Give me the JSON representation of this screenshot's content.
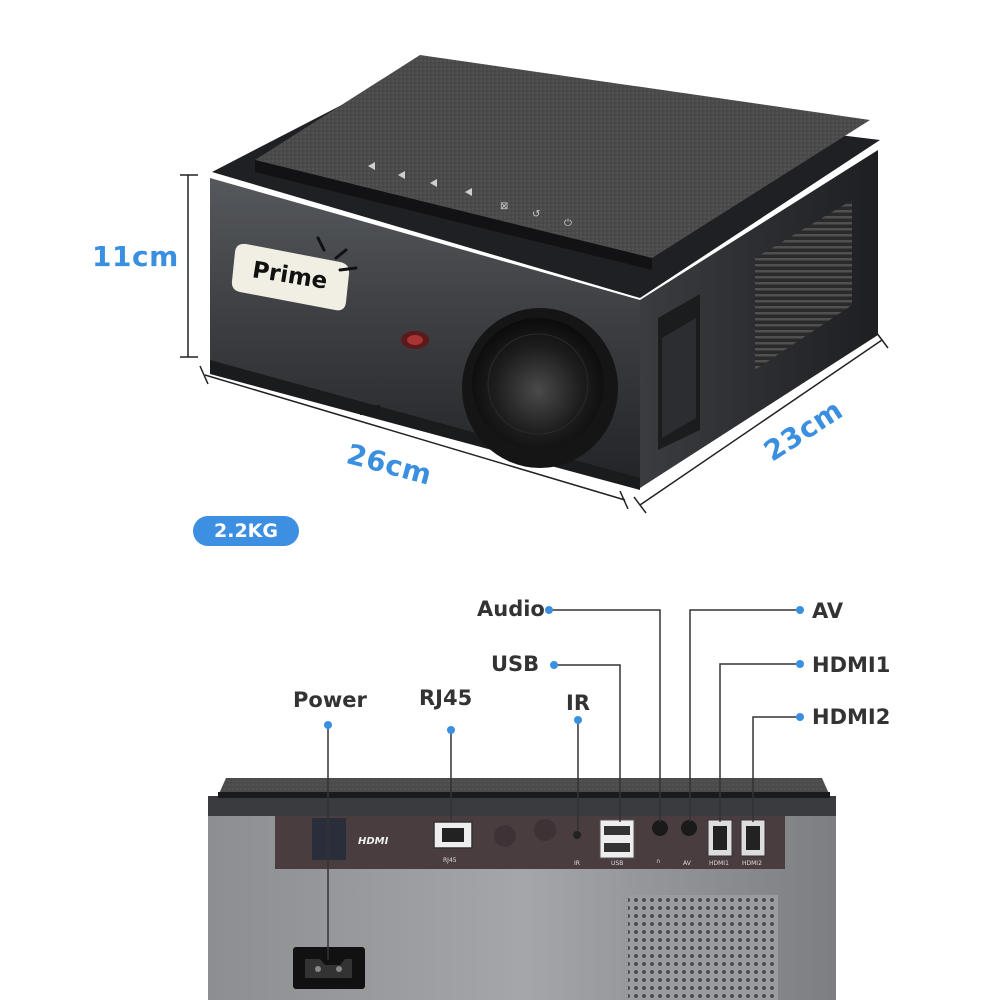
{
  "dimensions": {
    "height": "11cm",
    "width": "26cm",
    "depth": "23cm",
    "weight": "2.2KG"
  },
  "brand_logo": "Prime",
  "panel_logo": "HDMI",
  "ports": {
    "power": "Power",
    "rj45": "RJ45",
    "ir": "IR",
    "usb": "USB",
    "audio": "Audio",
    "av": "AV",
    "hdmi1": "HDMI1",
    "hdmi2": "HDMI2"
  },
  "panel_port_captions": {
    "rj45": "RJ45",
    "ir": "IR",
    "usb": "USB",
    "audio": "∩",
    "av": "AV",
    "hdmi1": "HDMI1",
    "hdmi2": "HDMI2"
  },
  "colors": {
    "accent": "#3b8fe0",
    "body_dark": "#2b2d30",
    "fabric": "#4a4a4a"
  }
}
